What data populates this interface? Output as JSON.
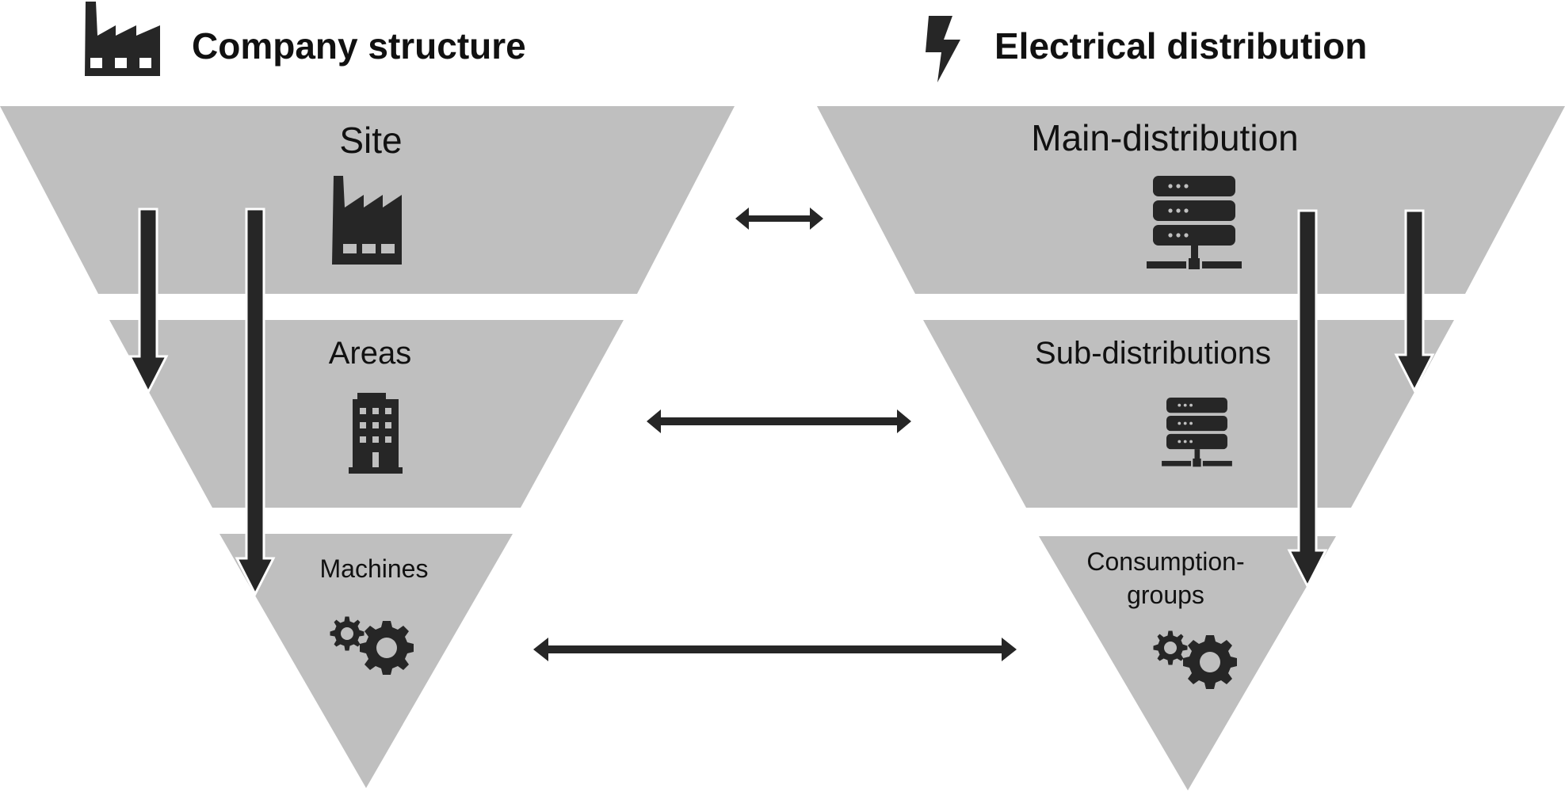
{
  "left": {
    "title": "Company structure",
    "title_icon": "factory-icon",
    "levels": [
      {
        "label": "Site",
        "icon": "factory-icon"
      },
      {
        "label": "Areas",
        "icon": "office-building-icon"
      },
      {
        "label": "Machines",
        "icon": "gears-icon"
      }
    ]
  },
  "right": {
    "title": "Electrical distribution",
    "title_icon": "lightning-bolt-icon",
    "levels": [
      {
        "label": "Main-distribution",
        "icon": "server-network-icon"
      },
      {
        "label": "Sub-distributions",
        "icon": "server-network-icon"
      },
      {
        "label_line1": "Consumption-",
        "label_line2": "groups",
        "icon": "gears-icon"
      }
    ]
  },
  "colors": {
    "trapezoid_fill": "#bfbfbf",
    "dark": "#262626",
    "background": "#ffffff"
  }
}
